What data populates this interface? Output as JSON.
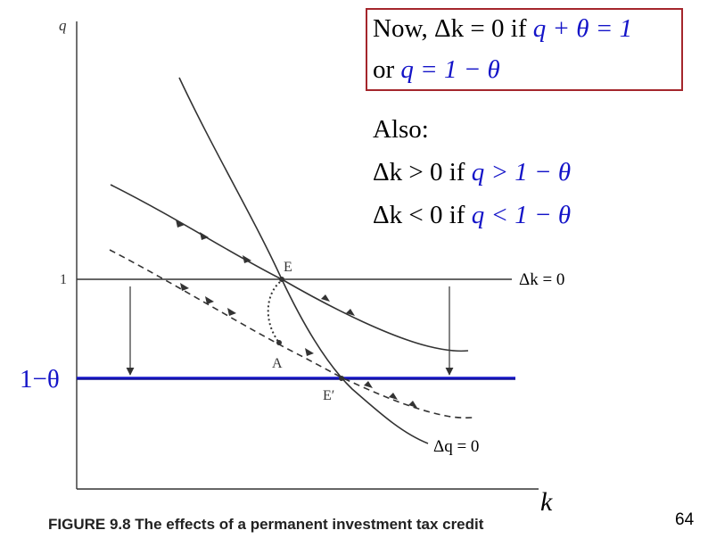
{
  "diagram": {
    "axis_y_label": "q",
    "axis_x_label": "k",
    "tick_one": "1",
    "tick_one_minus_theta": "1−θ",
    "point_E": "E",
    "point_A": "A",
    "point_E_prime": "E′",
    "label_dk0": "Δk = 0",
    "label_dq0": "Δq = 0",
    "colors": {
      "accent_blue": "#1414c8",
      "box_border": "#a4262c"
    }
  },
  "notes": {
    "box_line1_text": "Now, Δk = 0  if",
    "box_line1_eq": "q + θ = 1",
    "box_line2_text": "or",
    "box_line2_eq": "q = 1 − θ",
    "also": "Also:",
    "cond1_text": "Δk > 0  if",
    "cond1_eq": "q > 1 − θ",
    "cond2_text": "Δk < 0  if",
    "cond2_eq": "q < 1 − θ"
  },
  "caption": "FIGURE 9.8   The effects of a permanent investment tax credit",
  "page_number": "64"
}
